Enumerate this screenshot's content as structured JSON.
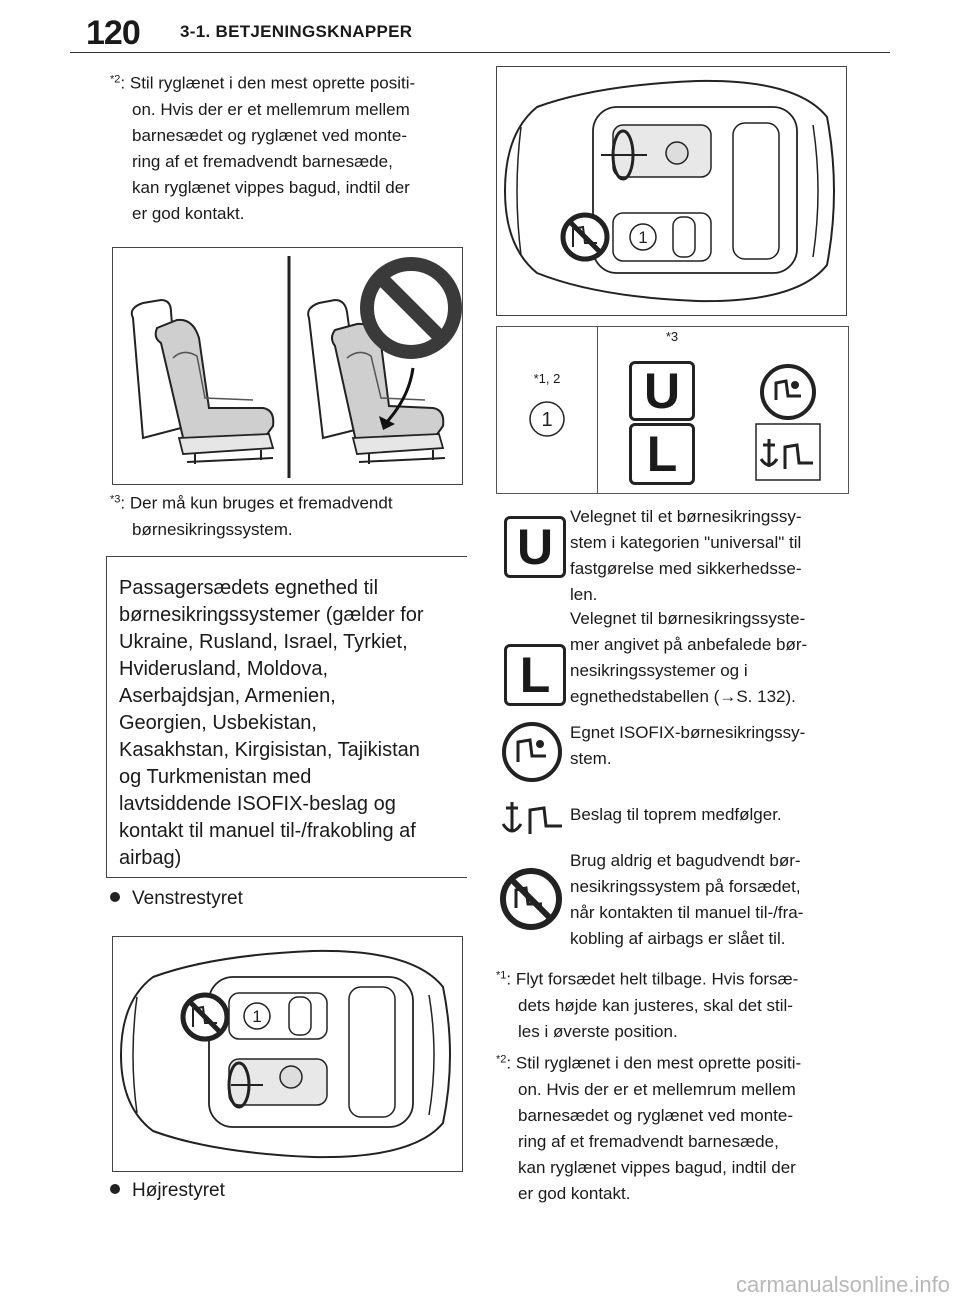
{
  "header": {
    "page_number": "120",
    "section_title": "3-1. BETJENINGSKNAPPER"
  },
  "left": {
    "note2": {
      "mark": "*2",
      "lines": [
        ": Stil ryglænet i den mest oprette positi-",
        "on. Hvis der er et mellemrum mellem",
        "barnesædet og ryglænet ved monte-",
        "ring af et fremadvendt barnesæde,",
        "kan ryglænet vippes bagud, indtil der",
        "er god kontakt."
      ]
    },
    "note3": {
      "mark": "*3",
      "lines": [
        ": Der må kun bruges et fremadvendt",
        "børnesikringssystem."
      ]
    },
    "panel_heading_lines": [
      "Passagersædets egnethed til",
      "børnesikringssystemer (gælder for",
      "Ukraine, Rusland, Israel, Tyrkiet,",
      "Hviderusland, Moldova,",
      "Aserbajdsjan, Armenien,",
      "Georgien, Usbekistan,",
      "Kasakhstan, Kirgisistan, Tajikistan",
      "og Turkmenistan med",
      "lavtsiddende ISOFIX-beslag og",
      "kontakt til manuel til-/frakobling af",
      "airbag)"
    ],
    "bullet_lhd": "Venstrestyret",
    "bullet_rhd": "Højrestyret",
    "car_seat_number": "1"
  },
  "right": {
    "car_seat_number": "1",
    "table": {
      "col1_header": "*1, 2",
      "col1_value": "1",
      "col2_header": "*3",
      "u_letter": "U",
      "l_letter": "L"
    },
    "legend": {
      "u_letter": "U",
      "l_letter": "L",
      "u_lines": [
        "Velegnet til et børnesikringssy-",
        "stem i kategorien \"universal\" til",
        "fastgørelse med sikkerhedsse-",
        "len."
      ],
      "l_lines": [
        "Velegnet til børnesikringssyste-",
        "mer angivet på anbefalede bør-",
        "nesikringssystemer og i",
        "egnethedstabellen (→S. 132)."
      ],
      "isofix_lines": [
        "Egnet ISOFIX-børnesikringssy-",
        "stem."
      ],
      "tether_lines": [
        "Beslag til toprem medfølger."
      ],
      "never_lines": [
        "Brug aldrig et bagudvendt bør-",
        "nesikringssystem på forsædet,",
        "når kontakten til manuel til-/fra-",
        "kobling af airbags er slået til."
      ]
    },
    "note1": {
      "mark": "*1",
      "lines": [
        ": Flyt forsædet helt tilbage. Hvis forsæ-",
        "dets højde kan justeres, skal det stil-",
        "les i øverste position."
      ]
    },
    "note2": {
      "mark": "*2",
      "lines": [
        ": Stil ryglænet i den mest oprette positi-",
        "on. Hvis der er et mellemrum mellem",
        "barnesædet og ryglænet ved monte-",
        "ring af et fremadvendt barnesæde,",
        "kan ryglænet vippes bagud, indtil der",
        "er god kontakt."
      ]
    }
  },
  "watermark": "carmanualsonline.info",
  "colors": {
    "text": "#1a1a1a",
    "seat_fill": "#cfcfcf",
    "prohibit": "#3a3a3a",
    "rule": "#333333"
  }
}
